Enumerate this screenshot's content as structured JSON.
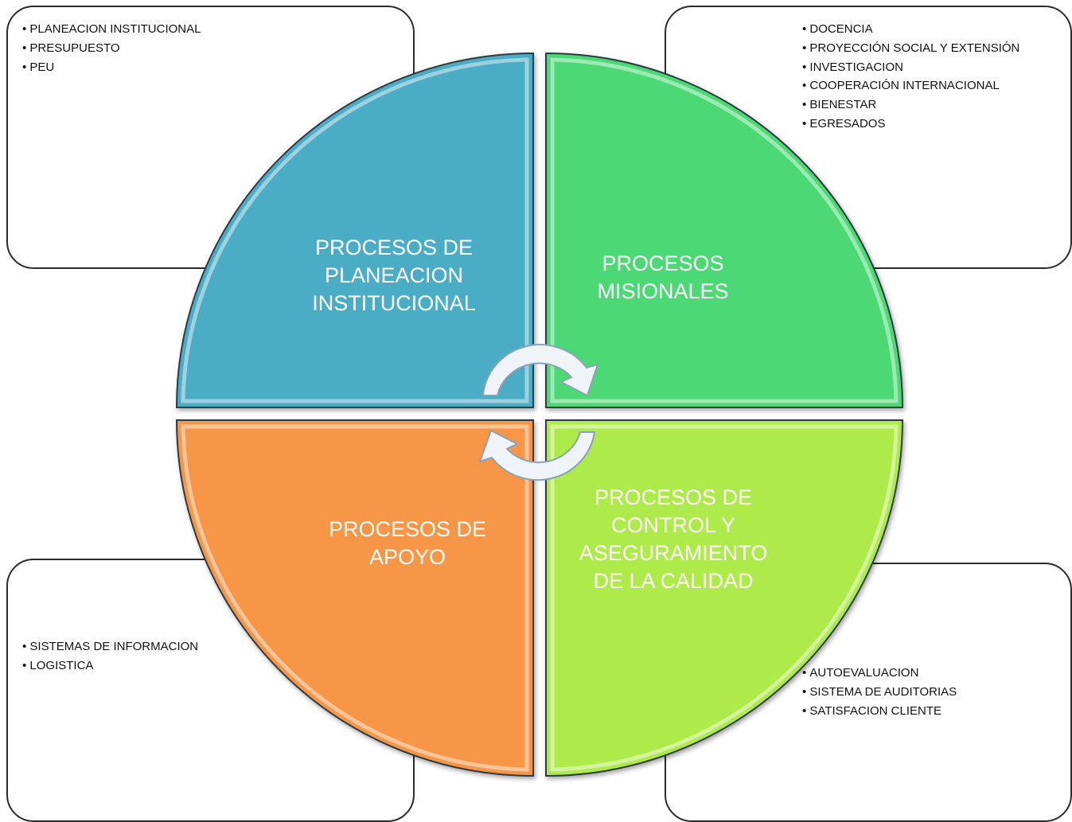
{
  "quadrants": {
    "top_left": {
      "label": "PROCESOS DE\nPLANEACION\nINSTITUCIONAL",
      "color": "#4bacc6"
    },
    "top_right": {
      "label": "PROCESOS\nMISIONALES",
      "color": "#4cd874"
    },
    "bottom_left": {
      "label": "PROCESOS DE\nAPOYO",
      "color": "#f79646"
    },
    "bottom_right": {
      "label": "PROCESOS DE\nCONTROL Y\nASEGURAMIENTO\nDE LA CALIDAD",
      "color": "#afea4b"
    }
  },
  "boxes": {
    "top_left": {
      "items": [
        "PLANEACION INSTITUCIONAL",
        "PRESUPUESTO",
        "PEU"
      ]
    },
    "top_right": {
      "items": [
        "DOCENCIA",
        "PROYECCIÓN SOCIAL Y EXTENSIÓN",
        "INVESTIGACION",
        "COOPERACIÓN INTERNACIONAL",
        "BIENESTAR",
        "EGRESADOS"
      ]
    },
    "bottom_left": {
      "items": [
        "SISTEMAS DE INFORMACION",
        "LOGISTICA"
      ]
    },
    "bottom_right": {
      "items": [
        "AUTOEVALUACION",
        "SISTEMA DE AUDITORIAS",
        "SATISFACION CLIENTE"
      ]
    }
  },
  "arrows": {
    "direction": "clockwise",
    "icon": "cycle-arrows-icon",
    "fill": "#eef4f8",
    "stroke": "#8aa2b4"
  }
}
